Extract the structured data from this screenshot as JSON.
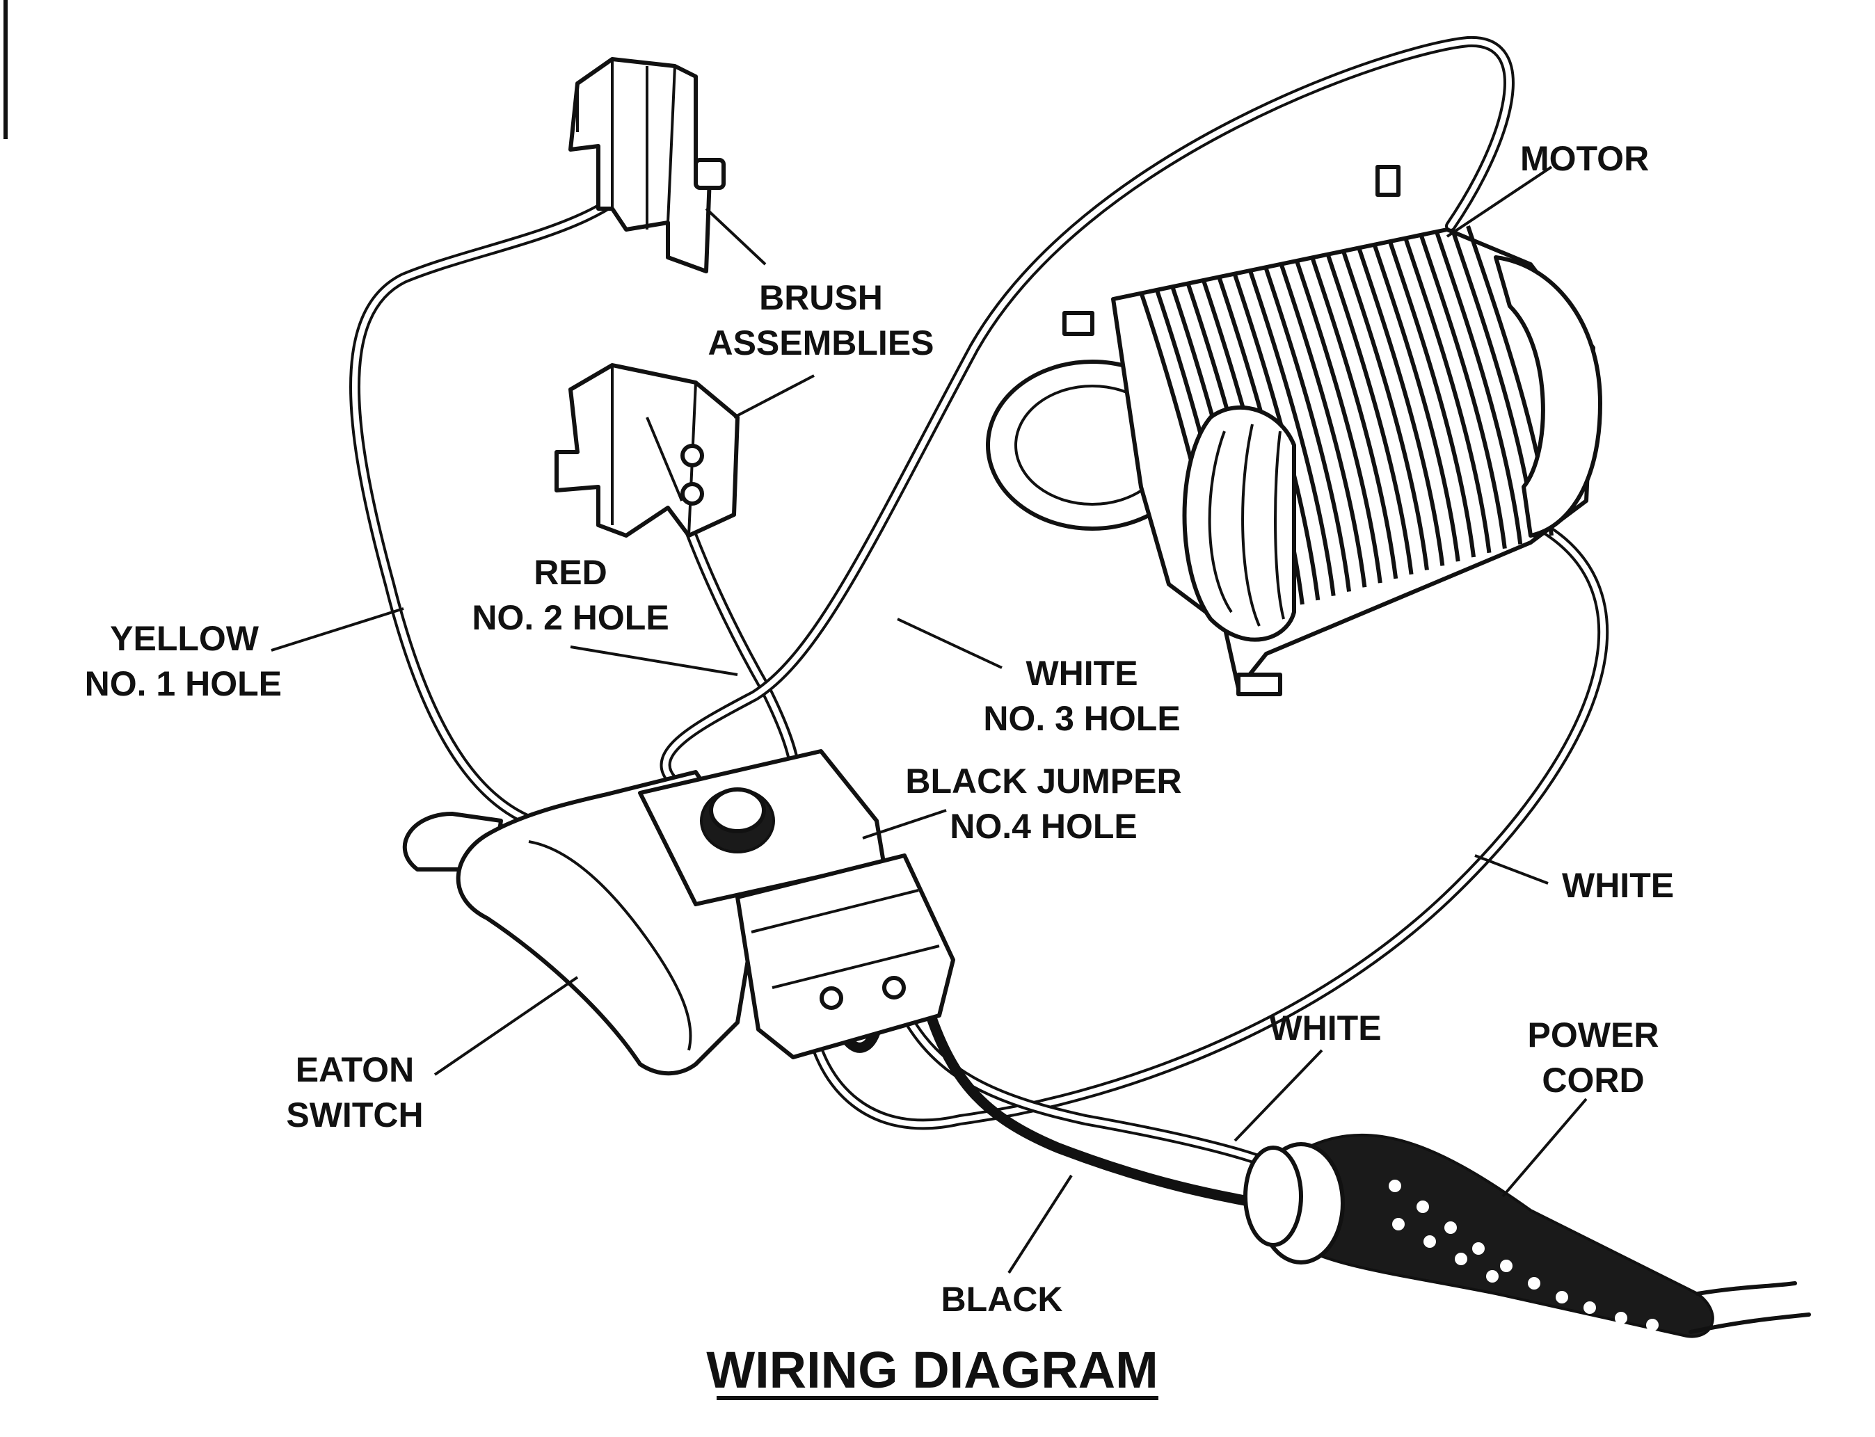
{
  "title": "WIRING DIAGRAM",
  "labels": {
    "motor": "MOTOR",
    "brush_line1": "BRUSH",
    "brush_line2": "ASSEMBLIES",
    "red_line1": "RED",
    "red_line2": "NO. 2 HOLE",
    "yellow_line1": "YELLOW",
    "yellow_line2": "NO. 1 HOLE",
    "white3_line1": "WHITE",
    "white3_line2": "NO. 3 HOLE",
    "jumper_line1": "BLACK JUMPER",
    "jumper_line2": "NO.4 HOLE",
    "white_motor": "WHITE",
    "white_cord": "WHITE",
    "power_line1": "POWER",
    "power_line2": "CORD",
    "eaton_line1": "EATON",
    "eaton_line2": "SWITCH",
    "black": "BLACK"
  },
  "colors": {
    "ink": "#111111",
    "paper": "#ffffff"
  }
}
